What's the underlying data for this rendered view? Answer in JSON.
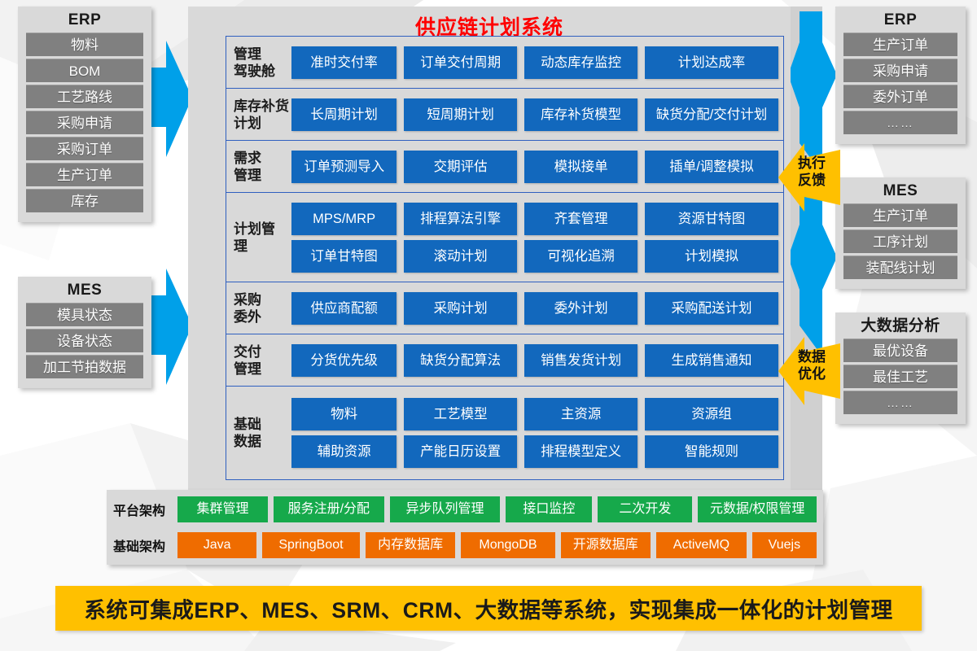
{
  "title": "供应链计划系统",
  "colors": {
    "accent_blue": "#1268bd",
    "title_red": "#ff0000",
    "arrow_blue": "#00a0e9",
    "arrow_yellow": "#ffc000",
    "chip_green": "#16a94b",
    "chip_orange": "#ef6c00",
    "banner_yellow": "#ffc000",
    "card_gray": "#d9d9d9",
    "row_gray": "#808080"
  },
  "left_systems": [
    {
      "name": "ERP",
      "items": [
        "物料",
        "BOM",
        "工艺路线",
        "采购申请",
        "采购订单",
        "生产订单",
        "库存"
      ]
    },
    {
      "name": "MES",
      "items": [
        "模具状态",
        "设备状态",
        "加工节拍数据"
      ]
    }
  ],
  "right_systems": [
    {
      "name": "ERP",
      "items": [
        "生产订单",
        "采购申请",
        "委外订单",
        "……"
      ]
    },
    {
      "name": "MES",
      "items": [
        "生产订单",
        "工序计划",
        "装配线计划"
      ]
    },
    {
      "name": "大数据分析",
      "items": [
        "最优设备",
        "最佳工艺",
        "……"
      ]
    }
  ],
  "feedback_arrows": [
    {
      "line1": "执行",
      "line2": "反馈"
    },
    {
      "line1": "数据",
      "line2": "优化"
    }
  ],
  "modules": [
    {
      "label": "管理\n驾驶舱",
      "label1": "管理",
      "label2": "驾驶舱",
      "lines": [
        [
          "准时交付率",
          "订单交付周期",
          "动态库存监控",
          "计划达成率"
        ]
      ]
    },
    {
      "label1": "库存补货",
      "label2": "计划",
      "lines": [
        [
          "长周期计划",
          "短周期计划",
          "库存补货模型",
          "缺货分配/交付计划"
        ]
      ]
    },
    {
      "label1": "需求",
      "label2": "管理",
      "lines": [
        [
          "订单预测导入",
          "交期评估",
          "模拟接单",
          "插单/调整模拟"
        ]
      ]
    },
    {
      "label1": "计划管",
      "label2": "理",
      "lines": [
        [
          "MPS/MRP",
          "排程算法引擎",
          "齐套管理",
          "资源甘特图"
        ],
        [
          "订单甘特图",
          "滚动计划",
          "可视化追溯",
          "计划模拟"
        ]
      ]
    },
    {
      "label1": "采购",
      "label2": "委外",
      "lines": [
        [
          "供应商配额",
          "采购计划",
          "委外计划",
          "采购配送计划"
        ]
      ]
    },
    {
      "label1": "交付",
      "label2": "管理",
      "lines": [
        [
          "分货优先级",
          "缺货分配算法",
          "销售发货计划",
          "生成销售通知"
        ]
      ]
    },
    {
      "label1": "基础",
      "label2": "数据",
      "lines": [
        [
          "物料",
          "工艺模型",
          "主资源",
          "资源组"
        ],
        [
          "辅助资源",
          "产能日历设置",
          "排程模型定义",
          "智能规则"
        ]
      ]
    }
  ],
  "infra": {
    "platform": {
      "label": "平台架构",
      "chips": [
        "集群管理",
        "服务注册/分配",
        "异步队列管理",
        "接口监控",
        "二次开发",
        "元数据/权限管理"
      ]
    },
    "base": {
      "label": "基础架构",
      "chips": [
        "Java",
        "SpringBoot",
        "内存数据库",
        "MongoDB",
        "开源数据库",
        "ActiveMQ",
        "Vuejs"
      ]
    }
  },
  "banner": "系统可集成ERP、MES、SRM、CRM、大数据等系统，实现集成一体化的计划管理"
}
